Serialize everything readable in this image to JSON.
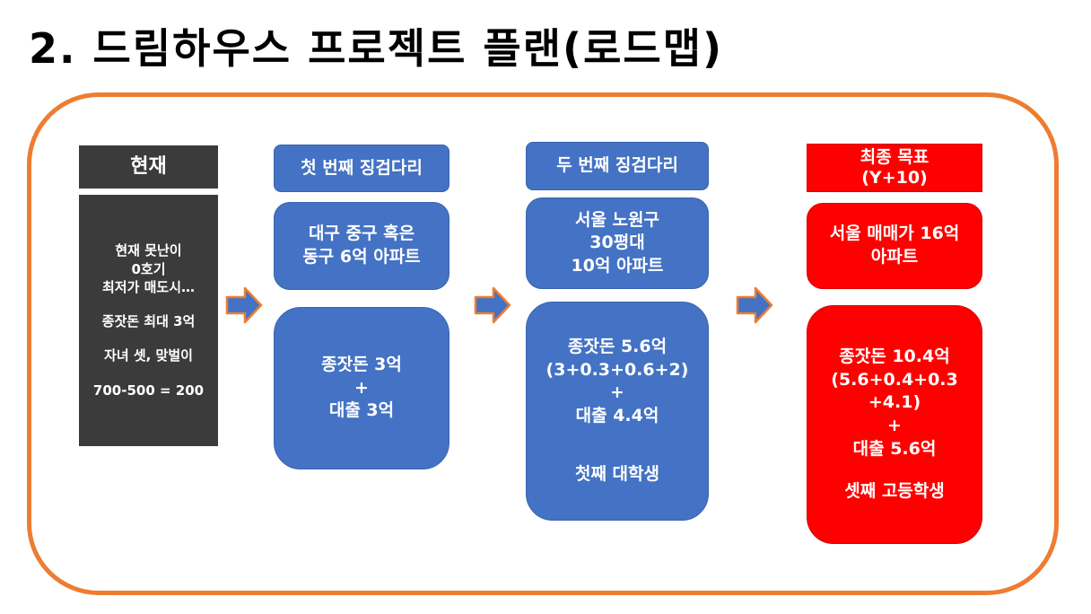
{
  "title": "2. 드림하우스 프로젝트 플랜(로드맵)",
  "current": {
    "header": "현재",
    "line1": "현재 못난이",
    "line2": "0호기",
    "line3": "최저가 매도시…",
    "line4": "종잣돈 최대 3억",
    "line5": "자녀 셋, 맞벌이",
    "line6": "700-500 = 200"
  },
  "step1": {
    "header": "첫 번째 징검다리",
    "apt_line1": "대구 중구 혹은",
    "apt_line2": "동구 6억 아파트",
    "fund_line1": "종잣돈 3억",
    "fund_plus": "+",
    "fund_line2": "대출 3억"
  },
  "step2": {
    "header": "두 번째 징검다리",
    "apt_line1": "서울 노원구",
    "apt_line2": "30평대",
    "apt_line3": "10억 아파트",
    "fund_line1": "종잣돈 5.6억",
    "fund_line2": "(3+0.3+0.6+2)",
    "fund_plus": "+",
    "fund_line3": "대출 4.4억",
    "fund_line4": "첫째 대학생"
  },
  "goal": {
    "header_line1": "최종 목표",
    "header_line2": "(Y+10)",
    "apt_line1": "서울 매매가 16억",
    "apt_line2": "아파트",
    "fund_line1": "종잣돈 10.4억",
    "fund_line2": "(5.6+0.4+0.3",
    "fund_line3": "+4.1)",
    "fund_plus": "+",
    "fund_line4": "대출 5.6억",
    "fund_line5": "셋째 고등학생"
  },
  "colors": {
    "frame": "#ed7d31",
    "dark": "#3b3b3b",
    "blue": "#4472c4",
    "red": "#ff0000",
    "arrow_fill": "#4472c4",
    "arrow_stroke": "#ed7d31"
  },
  "icons": [
    "right-arrow-icon"
  ]
}
